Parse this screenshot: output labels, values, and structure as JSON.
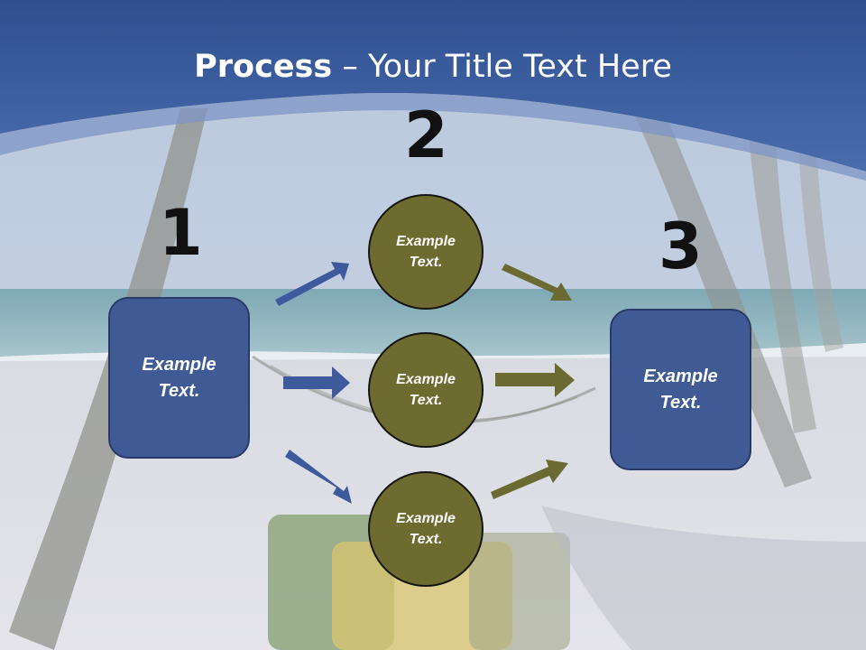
{
  "title": {
    "bold": "Process",
    "rest": " – Your Title Text Here"
  },
  "steps": [
    {
      "number": "1",
      "text": "Example Text."
    },
    {
      "number": "2"
    },
    {
      "number": "3",
      "text": "Example Text."
    }
  ],
  "circles": [
    {
      "text": "Example Text."
    },
    {
      "text": "Example Text."
    },
    {
      "text": "Example Text."
    }
  ],
  "colors": {
    "header_blue": "#3f63a4",
    "box_blue": "#405a95",
    "circle_olive": "#6e6b30",
    "arrow_blue": "#3f5a9c",
    "arrow_olive": "#6b6a32"
  }
}
